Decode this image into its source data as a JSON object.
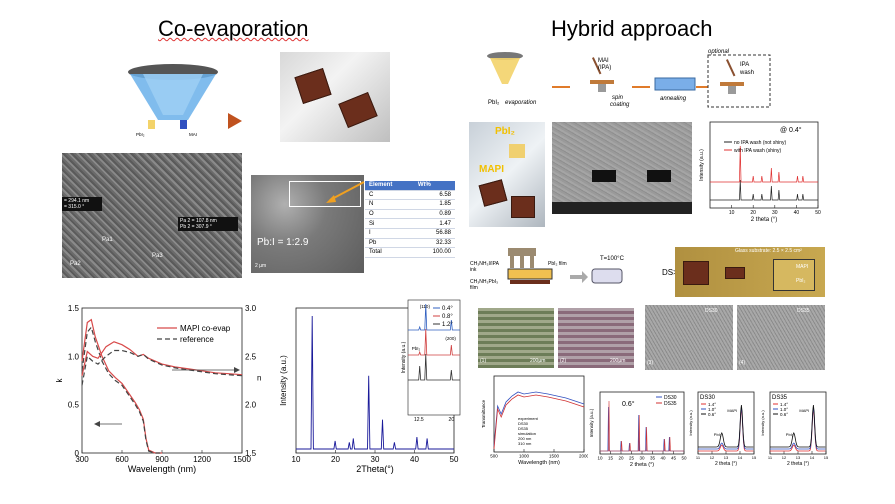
{
  "left": {
    "title": "Co-evaporation",
    "evap_labels": {
      "pbi2": "PbI₂",
      "mai": "MAI"
    },
    "sem": {
      "m1": "= 294.1 nm",
      "m2": "= 315.0 °",
      "pa": "Pa 2 = 107.8 nm",
      "pb": "Pb 2 = 307.9 °",
      "p1": "Pa1",
      "p2": "Pa2",
      "p3": "Pa3"
    },
    "ratio": "Pb:I = 1:2.9",
    "scale": "2 µm",
    "table": {
      "headers": [
        "Element",
        "Wt%"
      ],
      "rows": [
        [
          "C",
          "6.58"
        ],
        [
          "N",
          "1.85"
        ],
        [
          "O",
          "0.89"
        ],
        [
          "Si",
          "1.47"
        ],
        [
          "I",
          "56.88"
        ],
        [
          "Pb",
          "32.33"
        ],
        [
          "Total",
          "100.00"
        ]
      ]
    }
  },
  "right": {
    "title": "Hybrid approach",
    "steps": {
      "pbi2": "PbI₂",
      "evaporation": "evaporation",
      "mai": "MAI",
      "ipa": "(IPA)",
      "spin1": "spin",
      "spin2": "coating",
      "annealing": "annealing",
      "optional": "optional",
      "wash1": "IPA",
      "wash2": "wash"
    },
    "photo": {
      "pbi": "PbI₂",
      "mapi": "MAPI"
    },
    "dip": {
      "ink": "CH₃NH₃I/IPA",
      "ink2": "ink",
      "film": "PbI₂ film",
      "mapifilm1": "CH₃NH₃PbI₃",
      "mapifilm2": "film",
      "temp": "T=100°C",
      "ds": "DS>",
      "substrate": "Glass substrate: 2.5 × 2.5 cm²",
      "mapi": "MAPI",
      "pbi2": "PbI₂"
    },
    "micro": {
      "a": "(1)",
      "b": "(2)",
      "s1": "200µm",
      "s2": "200µm",
      "c": "(3)",
      "d": "(4)",
      "ds1": "DS30",
      "ds2": "DS35"
    }
  },
  "chart_data": [
    {
      "type": "line",
      "id": "nk",
      "xlabel": "Wavelength (nm)",
      "ylabel": "k",
      "y2label": "n",
      "xlim": [
        300,
        1500
      ],
      "ylim": [
        0,
        1.5
      ],
      "y2lim": [
        1.5,
        3.0
      ],
      "xticks": [
        300,
        600,
        900,
        1200,
        1500
      ],
      "yticks": [
        0,
        0.5,
        1.0,
        1.5
      ],
      "y2ticks": [
        1.5,
        2.0,
        2.5,
        3.0
      ],
      "series": [
        {
          "name": "MAPI co-evap",
          "style": "solid",
          "axis": "k",
          "x": [
            300,
            340,
            370,
            400,
            450,
            500,
            550,
            600,
            650,
            700,
            730,
            760,
            780,
            800,
            850,
            900
          ],
          "y": [
            0.95,
            1.35,
            1.38,
            1.2,
            1.0,
            0.85,
            0.78,
            0.72,
            0.62,
            0.52,
            0.45,
            0.35,
            0.15,
            0.03,
            0.0,
            0.0
          ]
        },
        {
          "name": "reference",
          "style": "dashed",
          "axis": "k",
          "x": [
            300,
            340,
            370,
            400,
            450,
            500,
            550,
            600,
            650,
            700,
            730,
            760,
            780,
            800,
            850,
            900
          ],
          "y": [
            0.85,
            1.25,
            1.3,
            1.15,
            0.95,
            0.82,
            0.75,
            0.7,
            0.6,
            0.5,
            0.43,
            0.33,
            0.13,
            0.02,
            0.0,
            0.0
          ]
        },
        {
          "name": "",
          "style": "solid",
          "axis": "n",
          "x": [
            300,
            340,
            380,
            420,
            480,
            540,
            600,
            660,
            720,
            760,
            800,
            900,
            1000,
            1100,
            1200,
            1300,
            1400,
            1500
          ],
          "y": [
            2.3,
            2.55,
            2.5,
            2.48,
            2.6,
            2.65,
            2.62,
            2.57,
            2.5,
            2.52,
            2.48,
            2.42,
            2.39,
            2.37,
            2.35,
            2.33,
            2.32,
            2.31
          ]
        },
        {
          "name": "",
          "style": "dashed",
          "axis": "n",
          "x": [
            300,
            340,
            380,
            420,
            480,
            540,
            600,
            660,
            720,
            760,
            800,
            900,
            1000,
            1100,
            1200,
            1300,
            1400,
            1500
          ],
          "y": [
            2.2,
            2.5,
            2.45,
            2.42,
            2.5,
            2.56,
            2.56,
            2.54,
            2.5,
            2.52,
            2.47,
            2.41,
            2.38,
            2.36,
            2.34,
            2.32,
            2.31,
            2.3
          ]
        }
      ]
    },
    {
      "type": "line",
      "id": "xrd",
      "xlabel": "2Theta(°)",
      "ylabel": "Intensity (a.u.)",
      "xlim": [
        10,
        50
      ],
      "xticks": [
        10,
        20,
        30,
        40,
        50
      ],
      "peaks": [
        [
          14.1,
          1.0
        ],
        [
          19.9,
          0.06
        ],
        [
          23.5,
          0.05
        ],
        [
          24.5,
          0.08
        ],
        [
          28.4,
          0.55
        ],
        [
          31.9,
          0.22
        ],
        [
          34.9,
          0.05
        ],
        [
          40.6,
          0.09
        ],
        [
          43.2,
          0.08
        ]
      ]
    },
    {
      "type": "line",
      "id": "xrd_inset",
      "xlabel": "",
      "ylabel": "Intensity (a.u.)",
      "xlim": [
        10,
        22
      ],
      "xticks": [
        12.5,
        20
      ],
      "annotations": [
        "(110)",
        "PbI₂",
        "(200)"
      ],
      "series": [
        {
          "name": "0.4°",
          "color": "#3060c0"
        },
        {
          "name": "0.8°",
          "color": "#d04040"
        },
        {
          "name": "1.2°",
          "color": "#333333"
        }
      ]
    },
    {
      "type": "line",
      "id": "xrd_ipa",
      "xlabel": "2 theta (°)",
      "ylabel": "Intensity (a.u.)",
      "xlim": [
        0,
        50
      ],
      "xticks": [
        10,
        20,
        30,
        40,
        50
      ],
      "annotation": "@ 0.4°",
      "series": [
        {
          "name": "no IPA wash (not shiny)",
          "color": "#222222"
        },
        {
          "name": "with IPA wash (shiny)",
          "color": "#e03030"
        }
      ]
    },
    {
      "type": "line",
      "id": "transmittance",
      "xlabel": "Wavelength (nm)",
      "ylabel": "Transmittance",
      "xlim": [
        500,
        2000
      ],
      "xticks": [
        500,
        1000,
        1500,
        2000
      ],
      "legend": [
        "experiment",
        "DS30",
        "DS35",
        "simulation",
        "200 nm",
        "310 nm"
      ]
    },
    {
      "type": "line",
      "id": "xrd_ds",
      "xlabel": "2 theta (°)",
      "ylabel": "Intensity (a.u.)",
      "xlim": [
        10,
        50
      ],
      "xticks": [
        10,
        15,
        20,
        25,
        30,
        35,
        40,
        45,
        50
      ],
      "annotation": "0.6°",
      "series": [
        {
          "name": "DS30",
          "color": "#3050c0"
        },
        {
          "name": "DS35",
          "color": "#d03030"
        }
      ]
    },
    {
      "type": "line",
      "id": "xrd_ds30",
      "title": "DS30",
      "xlabel": "2 theta (°)",
      "ylabel": "Intensity (a.u.)",
      "xlim": [
        11,
        15
      ],
      "xticks": [
        11,
        12,
        13,
        14,
        15
      ],
      "annotations": [
        "MAPI",
        "PbI₂"
      ],
      "series": [
        {
          "name": "1.4°",
          "color": "#e03030"
        },
        {
          "name": "1.0°",
          "color": "#3050c0"
        },
        {
          "name": "0.6°",
          "color": "#111111"
        }
      ]
    },
    {
      "type": "line",
      "id": "xrd_ds35",
      "title": "DS35",
      "xlabel": "2 theta (°)",
      "ylabel": "Intensity (a.u.)",
      "xlim": [
        11,
        15
      ],
      "xticks": [
        11,
        12,
        13,
        14,
        15
      ],
      "annotations": [
        "MAPI",
        "PbI₂"
      ],
      "series": [
        {
          "name": "1.4°",
          "color": "#e03030"
        },
        {
          "name": "1.0°",
          "color": "#3050c0"
        },
        {
          "name": "0.6°",
          "color": "#111111"
        }
      ]
    }
  ]
}
